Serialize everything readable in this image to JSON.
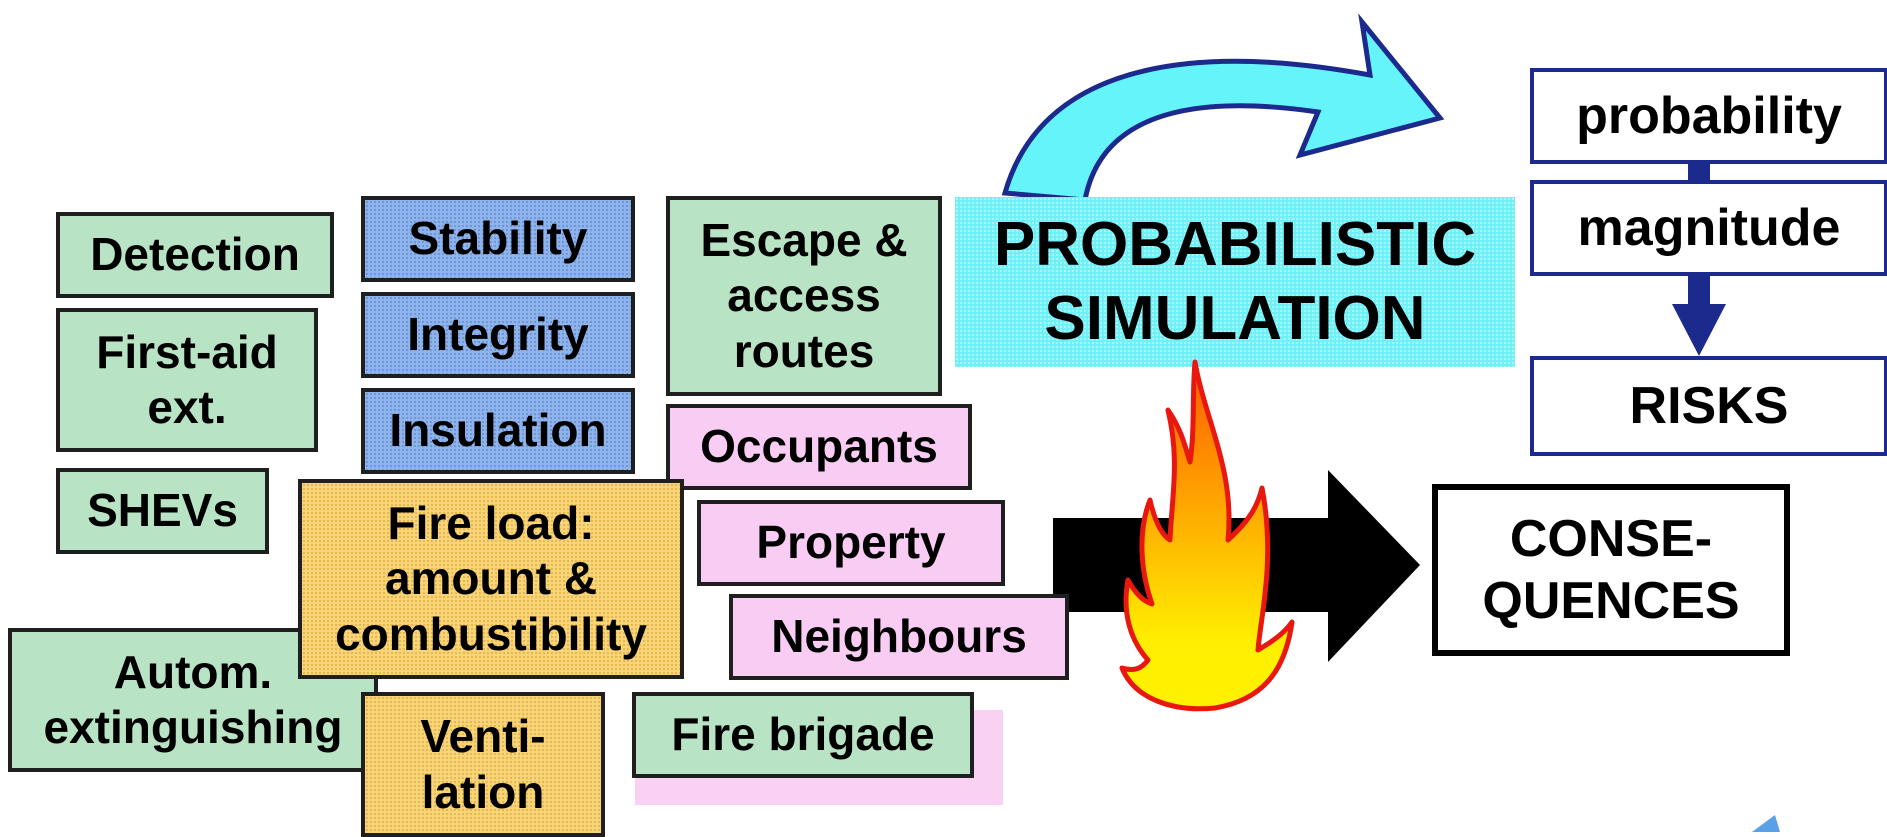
{
  "factors": {
    "detection": "Detection",
    "first_aid": "First-aid\next.",
    "shevs": "SHEVs",
    "autom": "Autom.\nextinguishing",
    "stability": "Stability",
    "integrity": "Integrity",
    "insulation": "Insulation",
    "fire_load": "Fire load:\namount &\ncombustibility",
    "ventilation": "Venti-\nlation",
    "escape": "Escape &\naccess\nroutes",
    "occupants": "Occupants",
    "property": "Property",
    "neighbours": "Neighbours",
    "fire_brigade": "Fire brigade"
  },
  "simulation": "PROBABILISTIC\nSIMULATION",
  "risk": {
    "probability": "probability",
    "magnitude": "magnitude",
    "risks": "RISKS"
  },
  "consequences": "CONSE-\nQUENCES",
  "colors": {
    "green": "#b9e3c5",
    "blue": "#8fb4ec",
    "pink": "#f9cdf3",
    "orange": "#f8d47a",
    "cyan": "#6ff0f6",
    "navy": "#1b2a8c"
  }
}
